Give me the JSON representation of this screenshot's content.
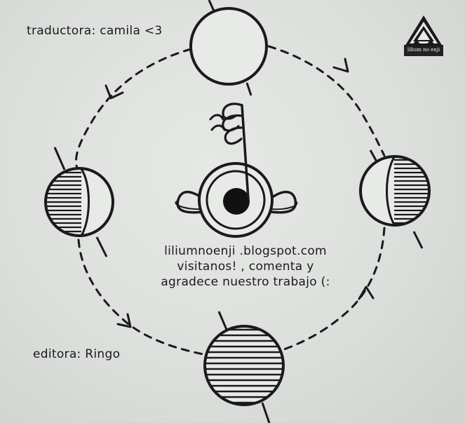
{
  "credits": {
    "translator": "traductora: camila <3",
    "editor": "editora: Ringo"
  },
  "message": {
    "line1": "liliumnoenji .blogspot.com",
    "line2": "visitanos! , comenta y",
    "line3": "agradece nuestro trabajo (:"
  },
  "logo": {
    "text": "lilium no enji",
    "icon": "triangle-logo-icon"
  },
  "illustration": {
    "moons": [
      {
        "phase": "new",
        "fill": 0.0
      },
      {
        "phase": "waning-crescent",
        "fill": 0.5
      },
      {
        "phase": "waxing",
        "fill": 0.5
      },
      {
        "phase": "full",
        "fill": 1.0
      }
    ],
    "center_icon": "eye-with-music-note-icon",
    "colors": {
      "ink": "#1a1a1a",
      "paper": "#dcdfdc"
    }
  }
}
